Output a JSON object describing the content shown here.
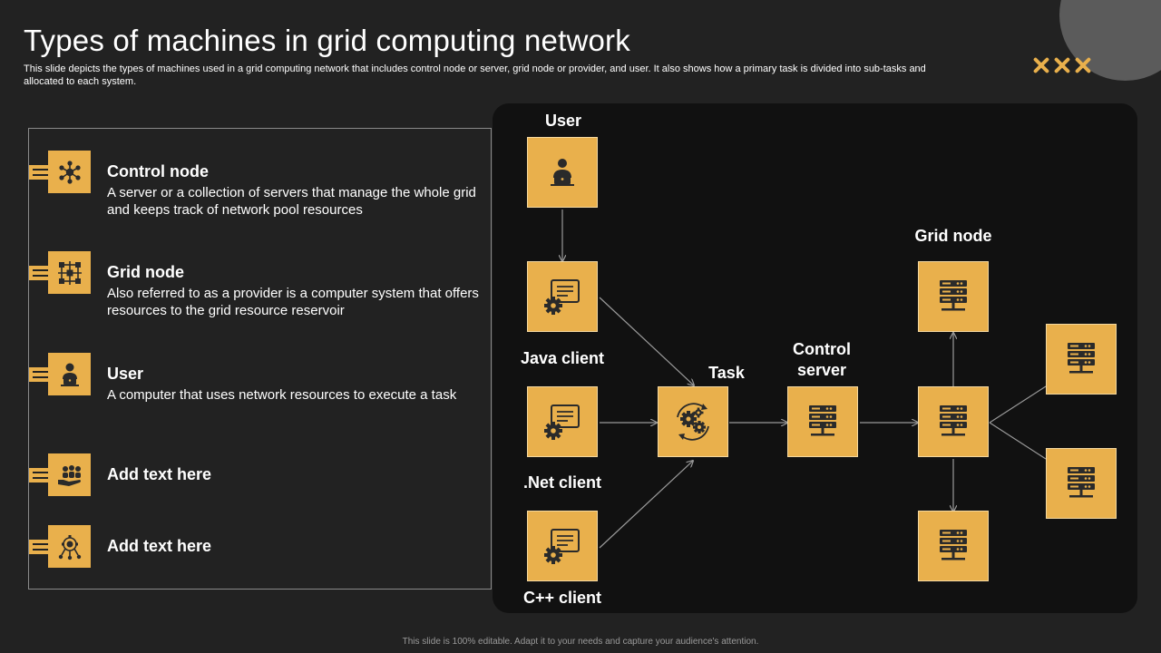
{
  "slide": {
    "title": "Types of machines in grid computing network",
    "subtitle": "This slide depicts the types of machines used in a grid computing network that includes control node or server, grid node or provider, and user. It also shows how a primary task is divided into sub-tasks and allocated to each system.",
    "footer": "This slide is 100% editable. Adapt it to your needs and capture your audience's attention."
  },
  "legend": {
    "items": [
      {
        "title": "Control node",
        "desc": "A server or a collection of servers that manage the whole grid and keeps track of network pool resources",
        "icon": "network-hub-icon"
      },
      {
        "title": "Grid node",
        "desc": "Also referred to as a provider is a computer system that offers resources to the grid resource reservoir",
        "icon": "grid-node-icon"
      },
      {
        "title": "User",
        "desc": "A computer that uses network resources to execute a task",
        "icon": "user-laptop-icon"
      },
      {
        "title": "Add text here",
        "desc": "",
        "icon": "people-hand-icon"
      },
      {
        "title": "Add text here",
        "desc": "",
        "icon": "gear-network-icon"
      }
    ]
  },
  "diagram": {
    "labels": {
      "user": "User",
      "java_client": "Java client",
      "net_client": ".Net client",
      "cpp_client": "C++ client",
      "task": "Task",
      "control_server_line1": "Control",
      "control_server_line2": "server",
      "grid_node": "Grid node"
    },
    "icons": {
      "user": "user-laptop-icon",
      "client": "monitor-gear-icon",
      "task": "gears-cycle-icon",
      "server": "server-rack-icon"
    }
  },
  "colors": {
    "accent": "#e9b04c",
    "background": "#222222",
    "panel": "#111111",
    "icon_dark": "#2a2a2a"
  }
}
